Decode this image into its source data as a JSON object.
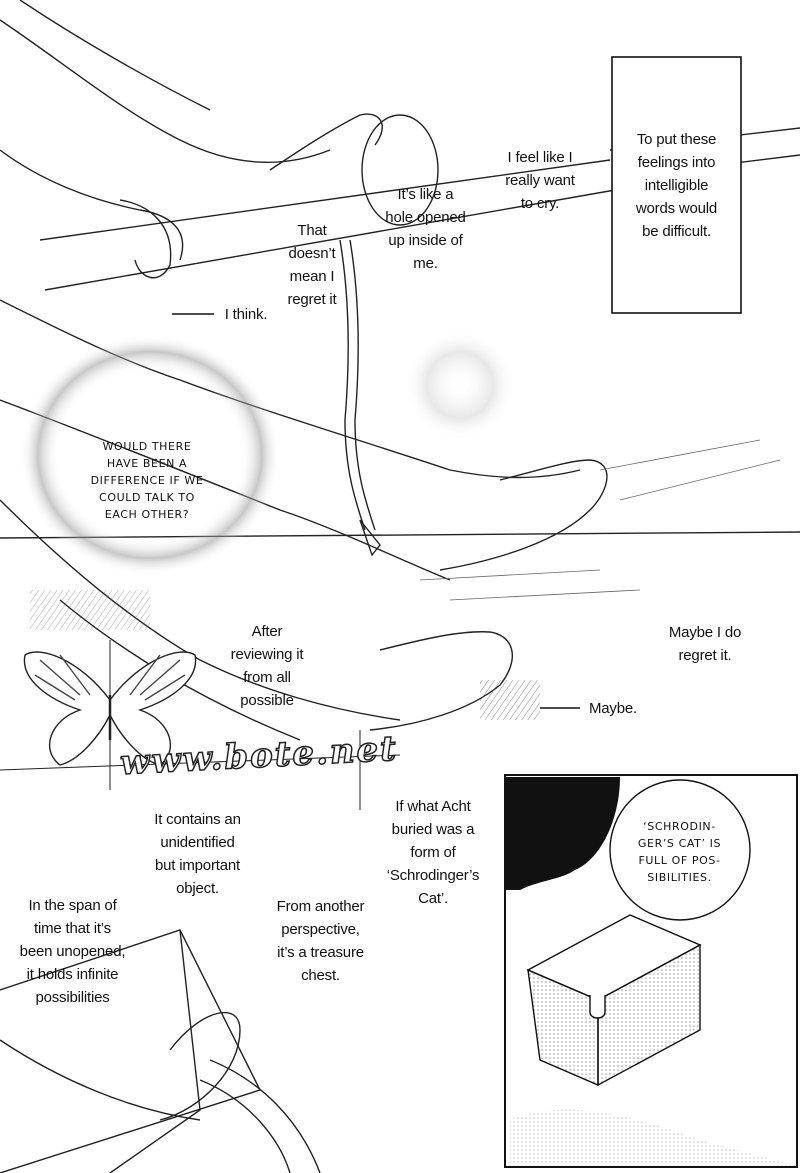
{
  "texts": {
    "feelings_box": "To put these\nfeelings into\nintelligible\nwords would\nbe difficult.",
    "want_to_cry": "I feel like I\nreally want\nto cry.",
    "hole": "It’s like a\nhole opened\nup inside of\nme.",
    "regret_not": "That\ndoesn’t\nmean I\nregret it",
    "i_think": "I think.",
    "difference": "WOULD THERE\nHAVE BEEN A\nDIFFERENCE IF WE\nCOULD TALK TO\nEACH OTHER?",
    "after_review": "After\nreviewing it\nfrom  all\npossible",
    "maybe_regret": "Maybe I do\nregret it.",
    "maybe": "Maybe.",
    "contains": "It contains an\nunidentified\nbut important\nobject.",
    "what_acht": "If what Acht\nburied was a\nform of\n‘Schrodinger’s\nCat’.",
    "schrodinger_bubble": "‘SCHRODIN-\nGER’S CAT’ IS\nFULL OF POS-\nSIBILITIES.",
    "span_of_time": "In the span of\ntime that it’s\nbeen unopened,\nit holds infinite\npossibilities",
    "another_perspective": "From another\nperspective,\nit’s a treasure\nchest."
  },
  "watermark": "www.bote.net",
  "icons": {
    "butterfly": "butterfly-logo-icon"
  },
  "colors": {
    "ink": "#111111",
    "paper": "#ffffff",
    "screentone": "#c8c8c8"
  }
}
